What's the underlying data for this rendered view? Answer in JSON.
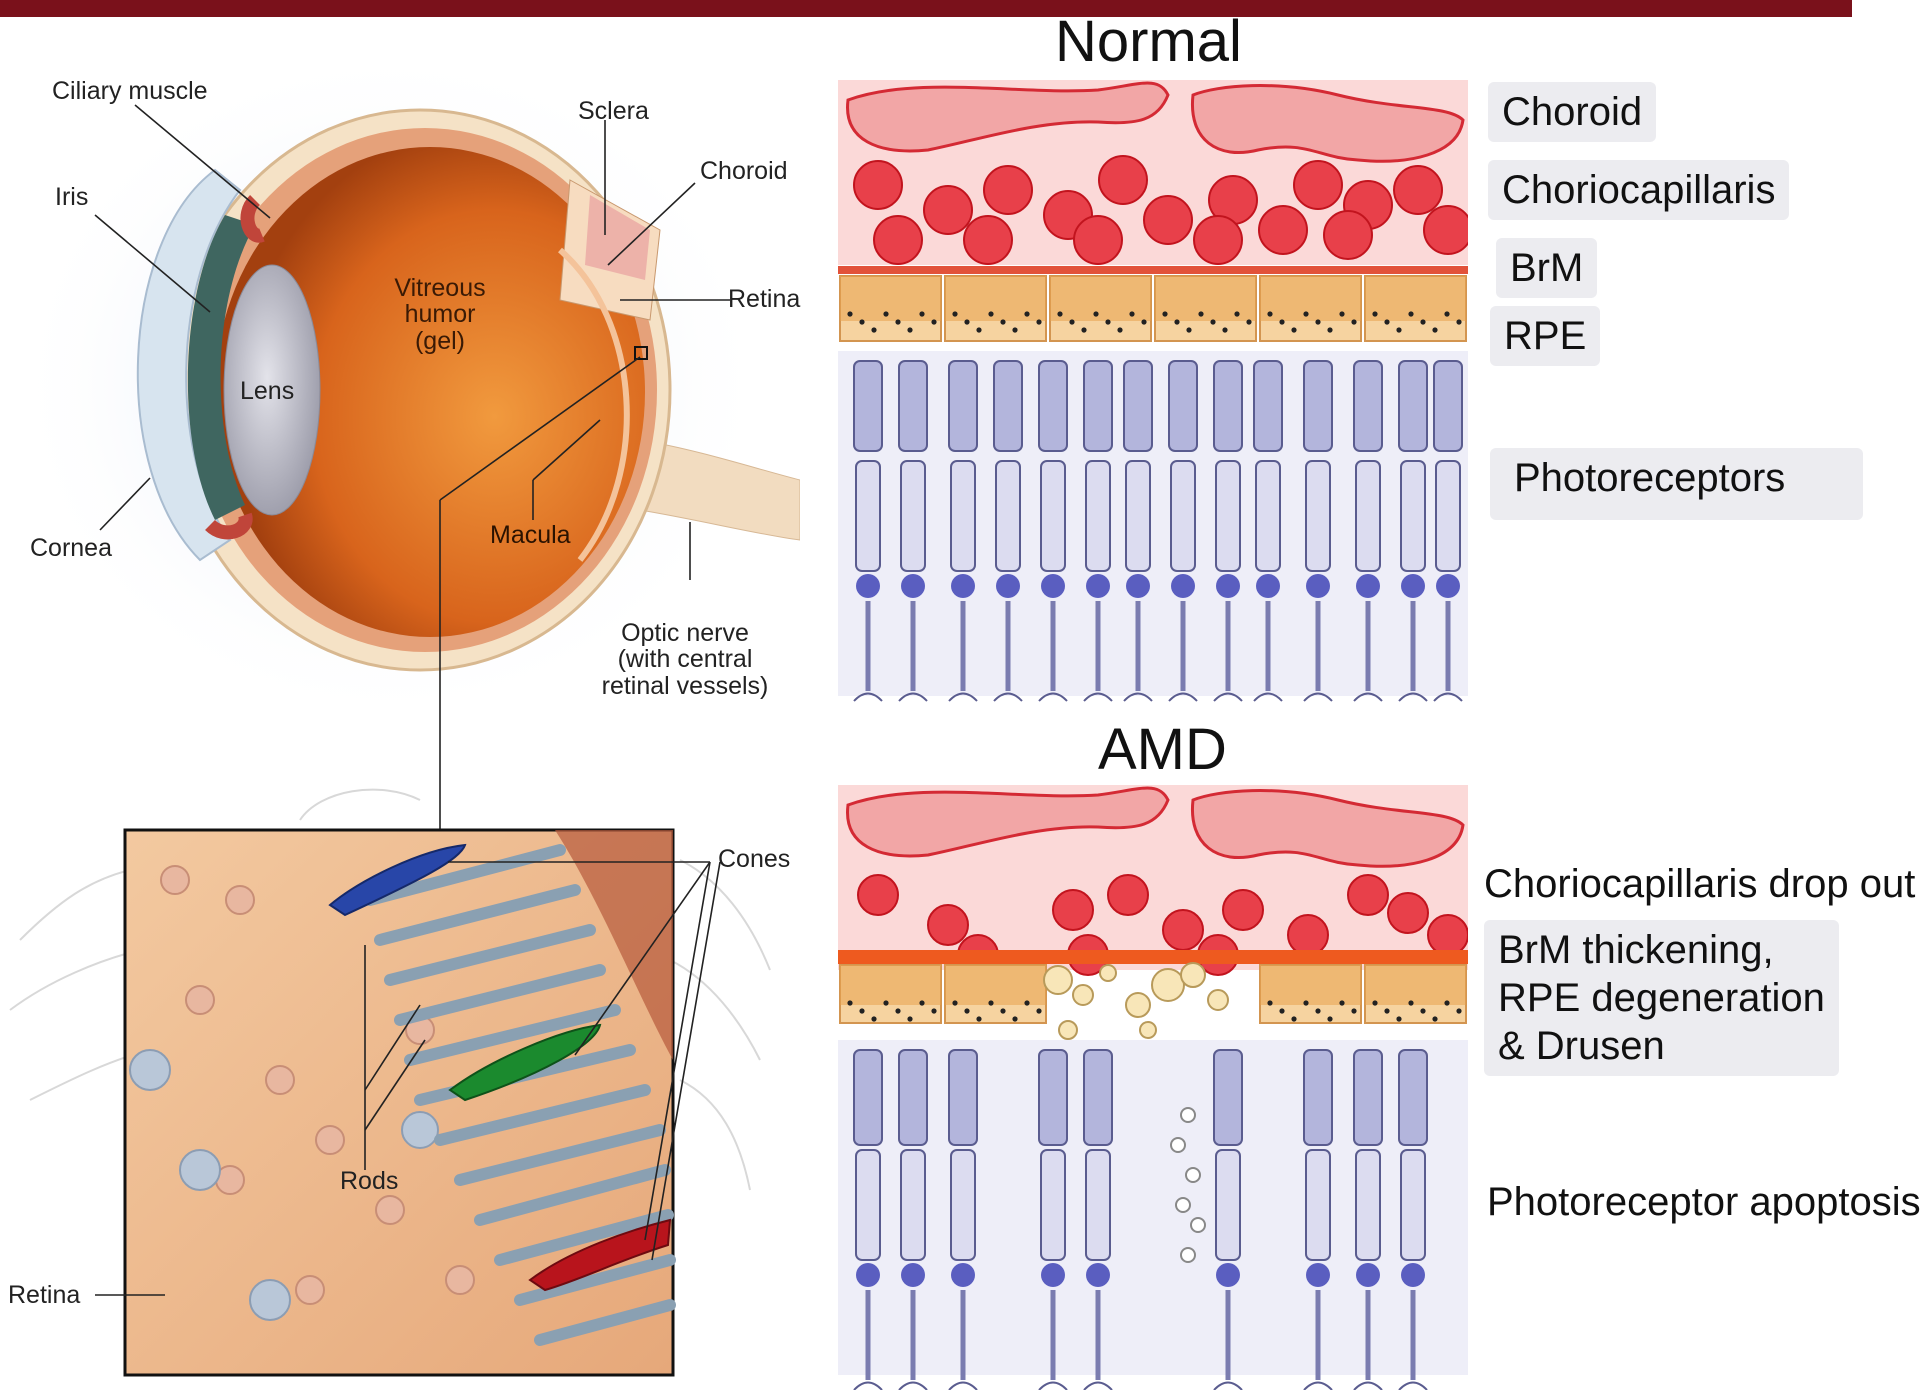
{
  "colors": {
    "top_bar": "#7a111b",
    "choroid": "#e8404a",
    "rpe": "#e8a24f",
    "photoreceptor": "#b3b5dc"
  },
  "eye_anatomy": {
    "ciliary_muscle": "Ciliary muscle",
    "iris": "Iris",
    "sclera": "Sclera",
    "choroid": "Choroid",
    "retina": "Retina",
    "vitreous": "Vitreous\nhumor\n(gel)",
    "lens": "Lens",
    "cornea": "Cornea",
    "macula": "Macula",
    "optic_nerve": "Optic nerve\n(with central\nretinal vessels)",
    "cones": "Cones",
    "rods": "Rods",
    "retina_inset": "Retina"
  },
  "normal_panel": {
    "title": "Normal",
    "labels": [
      "Choroid",
      "Choriocapillaris",
      "BrM",
      "RPE",
      "Photoreceptors"
    ]
  },
  "amd_panel": {
    "title": "AMD",
    "labels": [
      "Choriocapillaris drop out",
      "BrM thickening,\nRPE degeneration\n& Drusen",
      "Photoreceptor apoptosis"
    ]
  }
}
